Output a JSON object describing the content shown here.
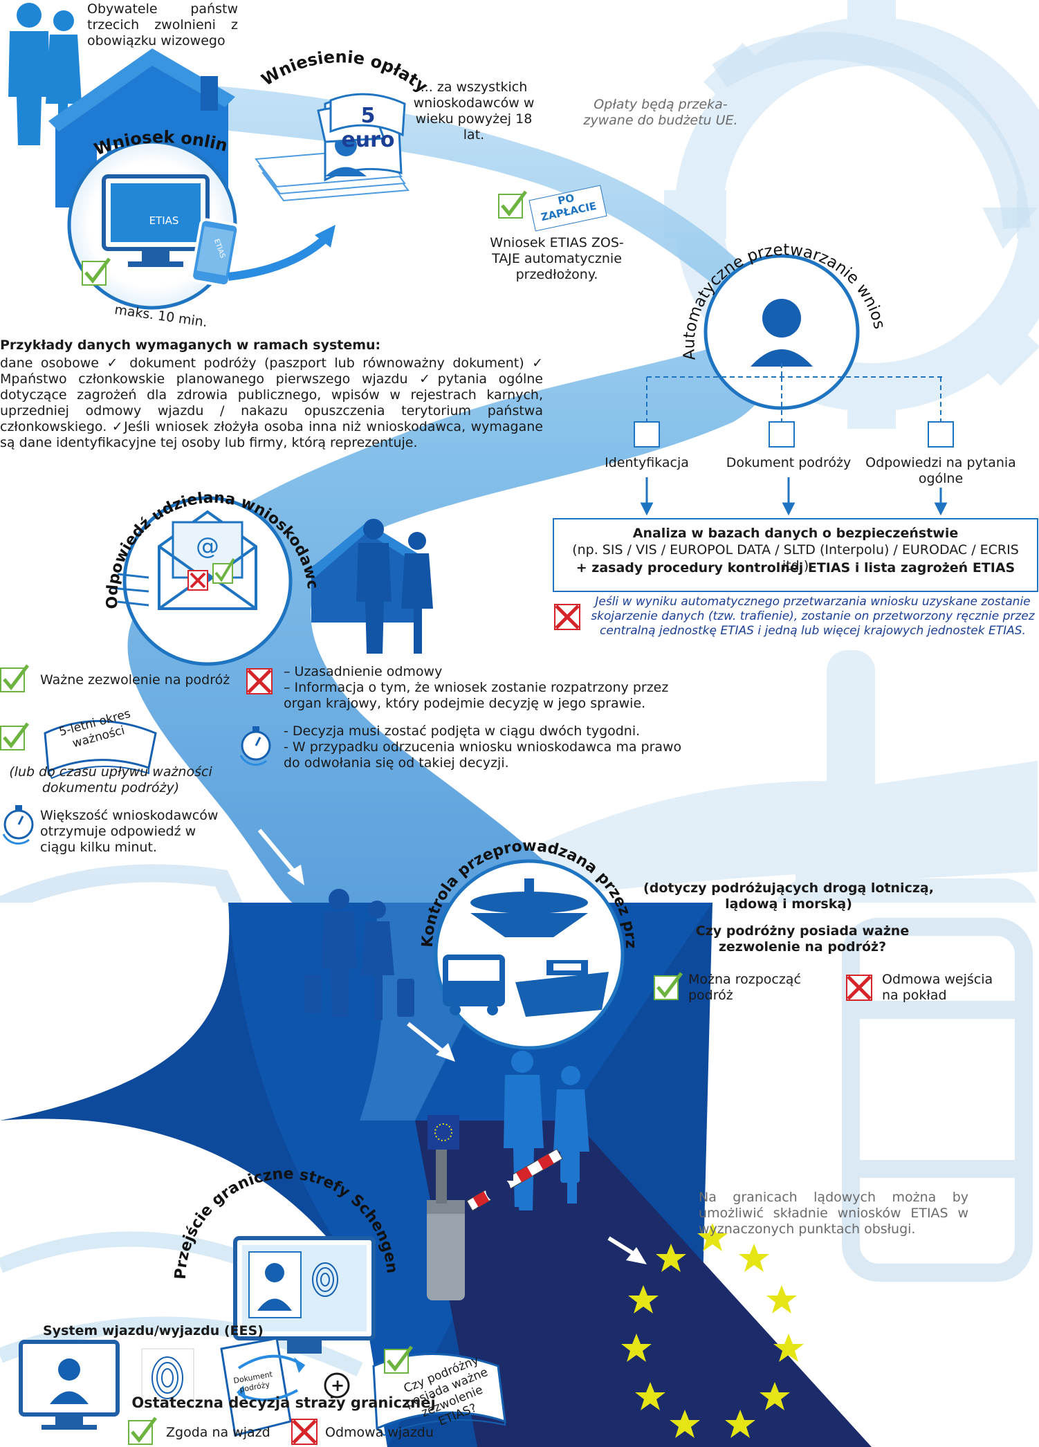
{
  "colors": {
    "deep_blue": "#0d4a9c",
    "navy": "#1c2c6b",
    "mid_blue": "#1f74c2",
    "light_blue": "#8ec8ec",
    "pale_blue": "#cfe6f6",
    "green": "#6cb33f",
    "red": "#d6242b",
    "eu_yellow": "#e5e515"
  },
  "top": {
    "eligible": "Obywatele państw trzecich zwolnieni z obowiązku wizowego",
    "online_title": "Wniosek online",
    "etias_label": "ETIAS",
    "phone_label": "ETIAS",
    "time": "maks. 10 min."
  },
  "fee": {
    "title": "Wniesienie opłaty...",
    "amount": "5 euro",
    "desc": "... za wszystkich wnioskodawców w wieku powyżej 18 lat.",
    "budget": "Opłaty będą przeka- zywane do budżetu UE."
  },
  "payment": {
    "stamp": "PO ZAPŁACIE",
    "submitted": "Wniosek ETIAS ZOS- TAJE automatycznie przedłożony."
  },
  "data_examples": {
    "heading": "Przykłady danych wymaganych w ramach systemu:",
    "text": "dane osobowe ✓ dokument podróży (paszport lub równoważny dokument) ✓ Mpaństwo członkowskie planowanego pierwszego wjazdu ✓pytania ogólne dotyczące zagrożeń dla zdrowia publicznego, wpisów w rejestrach karnych, uprzedniej odmowy wjazdu / nakazu opuszczenia terytorium państwa członkowskiego. ✓Jeśli wniosek złożyła osoba inna niż wnioskodawca, wymagane są dane identyfikacyjne tej osoby lub firmy, którą reprezentuje."
  },
  "processing": {
    "title": "Automatyczne przetwarzanie wniosku",
    "branches": [
      "Identyfikacja",
      "Dokument podróży",
      "Odpowiedzi na pytania ogólne"
    ],
    "analysis_title": "Analiza w bazach danych o bezpieczeństwie",
    "analysis_text": "(np. SIS / VIS / EUROPOL DATA / SLTD (Interpolu) / EURODAC / ECRIS itd.)",
    "analysis_plus": "+ zasady procedury kontrolnej ETIAS i lista zagrożeń ETIAS",
    "hit_note": "Jeśli w wyniku automatycznego przetwarzania wniosku uzyskane zostanie skojarzenie danych (tzw. trafienie), zostanie on przetworzony ręcznie przez centralną jednostkę ETIAS i jedną lub więcej krajowych jednostek ETIAS."
  },
  "response": {
    "title": "Odpowiedź udzielana wnioskodawcom",
    "email_symbol": "@",
    "valid": "Ważne zezwolenie na podróż",
    "validity_book": "5-letni okres ważności",
    "validity_note": "(lub do czasu upływu ważności dokumentu podróży)",
    "refusal_1": "– Uzasadnienie odmowy",
    "refusal_2": "– Informacja o tym, że wniosek zostanie rozpatrzony przez organ krajowy, który podejmie decyzję w jego sprawie.",
    "decision_1": "- Decyzja musi zostać podjęta w ciągu dwóch tygodni.",
    "decision_2": "- W przypadku odrzucenia wniosku wnioskodawca ma prawo do odwołania się od takiej decyzji.",
    "fast": "Większość wnioskodawców otrzymuje odpowiedź w ciągu kilku minut."
  },
  "carrier": {
    "title": "Kontrola przeprowadzana przez przewoźnika przed wejściem na pokład",
    "scope": "(dotyczy podróżujących drogą lotniczą, lądową i morską)",
    "question": "Czy podróżny posiada ważne zezwolenie na podróż?",
    "yes": "Można rozpocząć podróż",
    "no": "Odmowa wejścia na pokład"
  },
  "border": {
    "title": "Przejście graniczne strefy Schengen",
    "land": "Na granicach lądowych można by umożliwić składnie wniosków ETIAS w wyznaczonych punktach obsługi.",
    "land_bold": "lądowych",
    "ees": "System wjazdu/wyjazdu (EES)",
    "doc": "Dokument podróży",
    "plus": "+",
    "check_book": "Czy podróżny posiada ważne zezwolenie ETIAS?",
    "final": "Ostateczna decyzja straży granicznej",
    "yes": "Zgoda na wjazd",
    "no": "Odmowa wjazdu"
  },
  "icons": [
    "person-icon",
    "house-icon",
    "monitor-icon",
    "phone-icon",
    "document-stack-icon",
    "check-icon",
    "cross-icon",
    "gear-icon",
    "envelope-icon",
    "stopwatch-icon",
    "airplane-icon",
    "bus-icon",
    "ship-icon",
    "barrier-icon",
    "fingerprint-icon",
    "passport-icon",
    "eu-flag-icon",
    "arrow-icon"
  ]
}
